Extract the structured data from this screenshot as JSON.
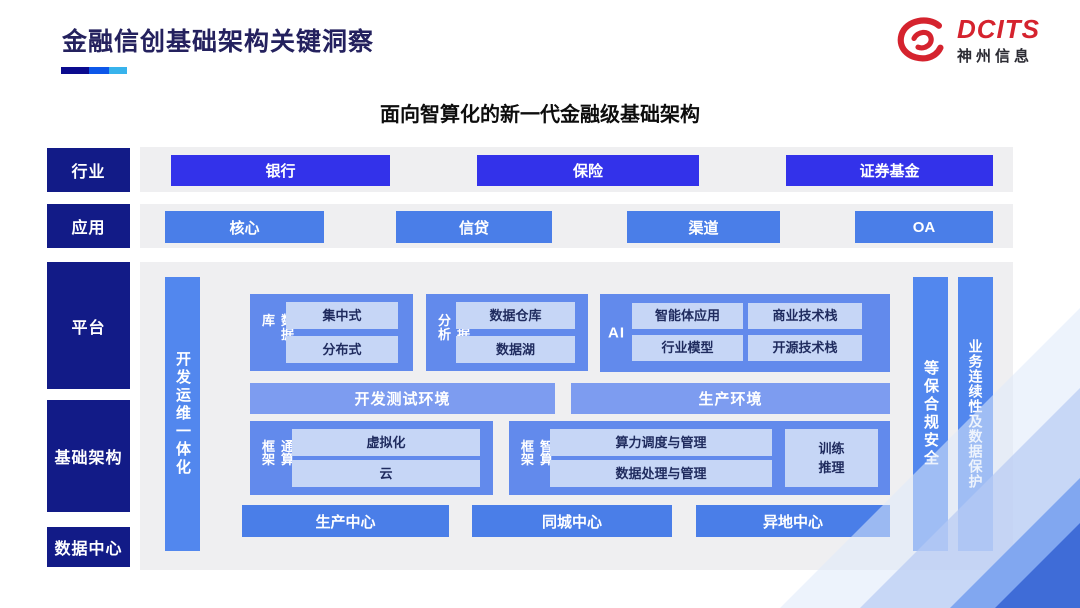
{
  "header": {
    "title": "金融信创基础架构关键洞察",
    "diagram_title": "面向智算化的新一代金融级基础架构",
    "logo_brand": "DCITS",
    "logo_company": "神州信息"
  },
  "industry_row": {
    "label": "行业",
    "items": [
      "银行",
      "保险",
      "证券基金"
    ]
  },
  "application_row": {
    "label": "应用",
    "items": [
      "核心",
      "信贷",
      "渠道",
      "OA"
    ]
  },
  "platform_section": {
    "labels": [
      "平台",
      "基础架构",
      "数据中心"
    ],
    "devops_bar": "开发运维一体化",
    "compliance_bar": "等保合规安全",
    "continuity_bar": "业务连续性及数据保护",
    "database_group": {
      "label": "数据库",
      "items": [
        "集中式",
        "分布式"
      ]
    },
    "analytics_group": {
      "label": "数据分析",
      "items": [
        "数据仓库",
        "数据湖"
      ]
    },
    "ai_group": {
      "label": "AI",
      "items": [
        "智能体应用",
        "商业技术栈",
        "行业模型",
        "开源技术栈"
      ]
    },
    "env_bars": [
      "开发测试环境",
      "生产环境"
    ],
    "general_compute_group": {
      "label": "通算框架",
      "items": [
        "虚拟化",
        "云"
      ]
    },
    "intelligent_compute_group": {
      "label": "智算框架",
      "items": [
        "算力调度与管理",
        "数据处理与管理"
      ],
      "side_item_lines": [
        "训练",
        "推理"
      ]
    },
    "centers": [
      "生产中心",
      "同城中心",
      "异地中心"
    ]
  },
  "colors": {
    "title_text": "#24215e",
    "brand_red": "#d5232e",
    "navy_label": "#121b87",
    "industry_button": "#3332ea",
    "app_button": "#4a7ee8",
    "vertical_bar": "#5287ee",
    "group_bg": "#628aec",
    "env_bar": "#7d9cf0",
    "item_light": "#c6d6f6",
    "item_text": "#1f2b5e",
    "strip_bg": "#efeff1"
  }
}
